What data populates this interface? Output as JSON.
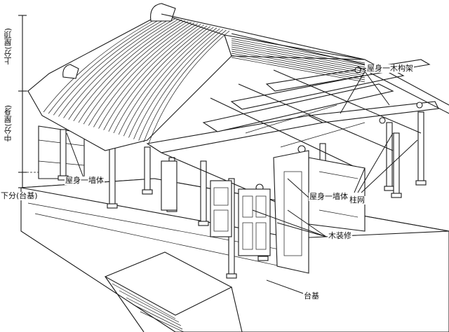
{
  "labels": {
    "upper": "上分(屋顶)",
    "middle": "中分(屋身)",
    "lower": "下分(台基)",
    "wall_left": "屋身一墙体",
    "wood_frame": "屋身一木构架",
    "wall_right": "屋身一墙体",
    "column_grid": "柱网",
    "wood_finish": "木装修",
    "platform": "台基"
  }
}
